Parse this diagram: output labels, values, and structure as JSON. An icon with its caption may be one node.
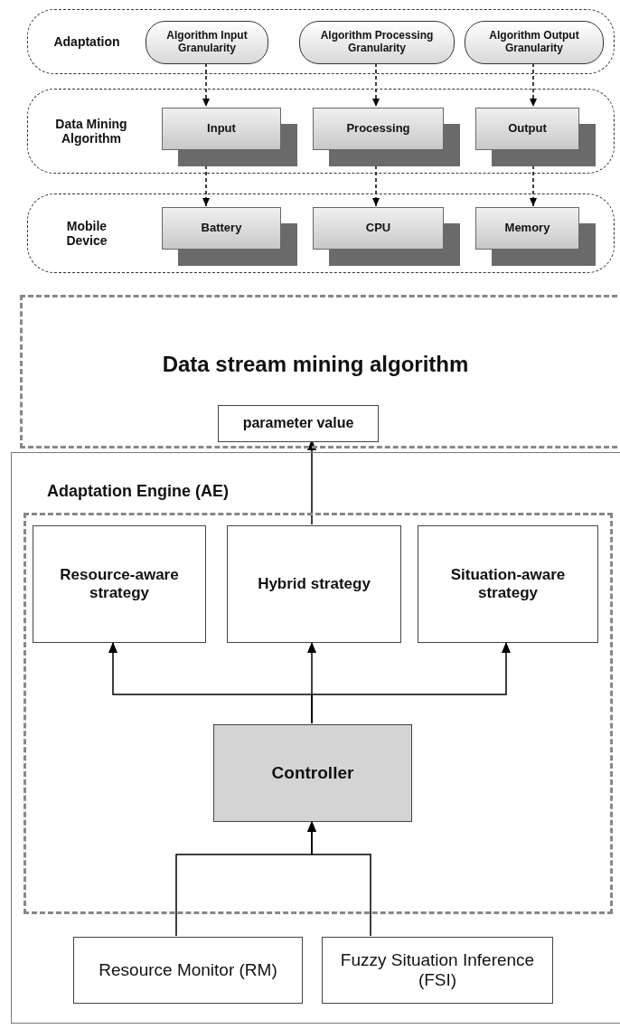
{
  "diagram": {
    "nodes": [
      {
        "text": [
          "Adaptation"
        ]
      },
      {
        "text": [
          "Algorithm Input Granularity"
        ],
        "in": 0
      },
      {
        "text": [
          "Algorithm Processing Granularity"
        ],
        "in": 0
      },
      {
        "text": [
          "Algorithm Output Granularity"
        ],
        "in": 0
      },
      {
        "text": [
          "Data Mining Algorithm"
        ]
      },
      {
        "text": [
          "Input"
        ],
        "in": 4
      },
      {
        "text": [
          "Processing"
        ],
        "in": 4
      },
      {
        "text": [
          "Output"
        ],
        "in": 4
      },
      {
        "text": [
          "Mobile Device"
        ]
      },
      {
        "text": [
          "Battery"
        ],
        "in": 8
      },
      {
        "text": [
          "CPU"
        ],
        "in": 8
      },
      {
        "text": [
          "Memory"
        ],
        "in": 8
      },
      {
        "text": [
          "Data stream mining algorithm"
        ]
      },
      {
        "text": [
          "parameter value"
        ],
        "in": 12
      },
      {
        "text": [],
        "shape": "box"
      },
      {
        "text": [
          "Adaptation Engine (AE)"
        ],
        "in": 14
      },
      {
        "text": [
          "Resource-aware strategy"
        ],
        "in": 15
      },
      {
        "text": [
          "Hybrid strategy"
        ],
        "in": 15
      },
      {
        "text": [
          "Situation-aware strategy"
        ],
        "in": 15
      },
      {
        "text": [
          "Controller"
        ],
        "in": 15
      },
      {
        "text": [
          "Resource Monitor (RM)"
        ],
        "in": 14
      },
      {
        "text": [
          "Fuzzy Situation Inference (FSI)"
        ],
        "in": 14
      }
    ],
    "edges": [
      {
        "from": 1,
        "to": 5,
        "arrow": "to",
        "style": "dashed"
      },
      {
        "from": 2,
        "to": 6,
        "arrow": "to",
        "style": "dashed"
      },
      {
        "from": 3,
        "to": 7,
        "arrow": "to",
        "style": "dashed"
      },
      {
        "from": 5,
        "to": 9,
        "arrow": "to",
        "style": "dashed"
      },
      {
        "from": 6,
        "to": 10,
        "arrow": "to",
        "style": "dashed"
      },
      {
        "from": 7,
        "to": 11,
        "arrow": "to",
        "style": "dashed"
      },
      {
        "from": 19,
        "to": 16,
        "arrow": "to"
      },
      {
        "from": 19,
        "to": 17,
        "arrow": "to"
      },
      {
        "from": 19,
        "to": 18,
        "arrow": "to"
      },
      {
        "from": 17,
        "to": 13,
        "arrow": "to"
      },
      {
        "from": 20,
        "to": 19,
        "arrow": "to"
      },
      {
        "from": 21,
        "to": 19,
        "arrow": "to"
      }
    ]
  }
}
